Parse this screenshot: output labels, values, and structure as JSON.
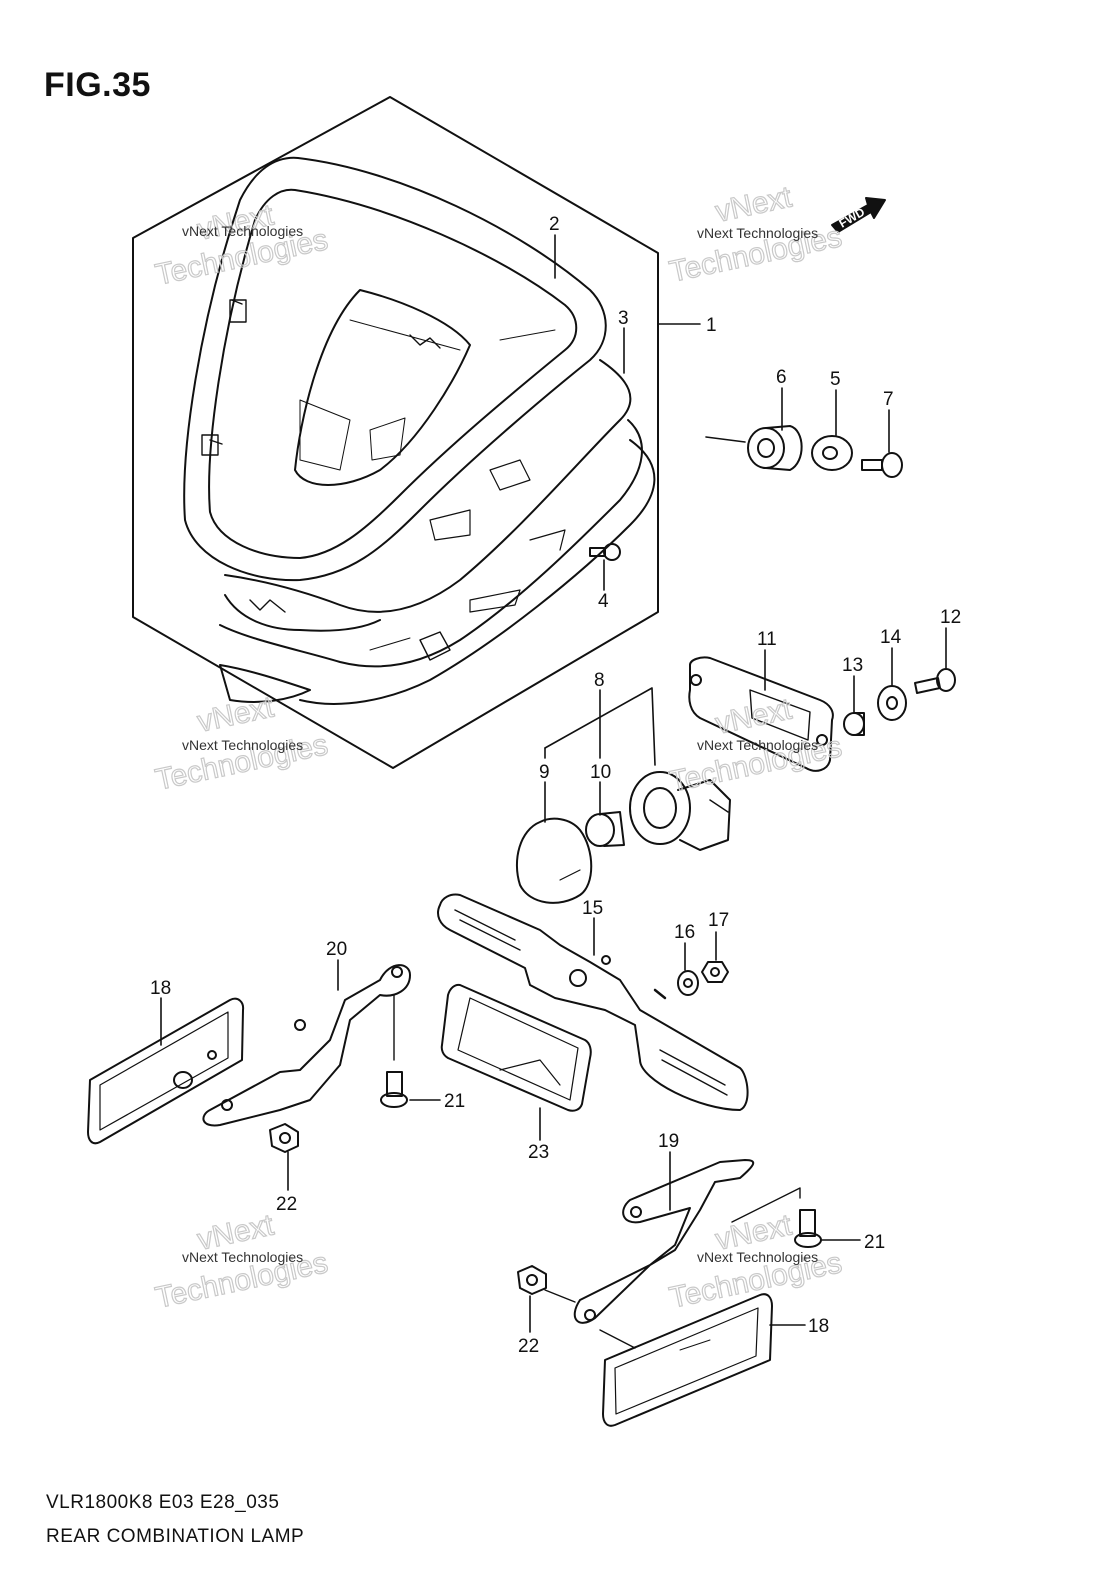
{
  "figure": {
    "title": "FIG.35"
  },
  "front_arrow": {
    "label": "FWD"
  },
  "callouts": [
    "1",
    "2",
    "3",
    "4",
    "5",
    "6",
    "7",
    "8",
    "9",
    "10",
    "11",
    "12",
    "13",
    "14",
    "15",
    "16",
    "17",
    "18",
    "19",
    "20",
    "21",
    "22",
    "23"
  ],
  "callout_labels": {
    "c1": "1",
    "c2": "2",
    "c3": "3",
    "c4": "4",
    "c5": "5",
    "c6": "6",
    "c7": "7",
    "c8": "8",
    "c9": "9",
    "c10": "10",
    "c11": "11",
    "c12": "12",
    "c13": "13",
    "c14": "14",
    "c15": "15",
    "c16": "16",
    "c17": "17",
    "c18a": "18",
    "c18b": "18",
    "c19": "19",
    "c20": "20",
    "c21a": "21",
    "c21b": "21",
    "c22a": "22",
    "c22b": "22",
    "c23": "23"
  },
  "watermark": {
    "line1": "vNext Technologies",
    "line2": "vNext",
    "line3": "Technologies"
  },
  "footer": {
    "model_code": "VLR1800K8 E03 E28_035",
    "part_name": "REAR COMBINATION LAMP"
  }
}
